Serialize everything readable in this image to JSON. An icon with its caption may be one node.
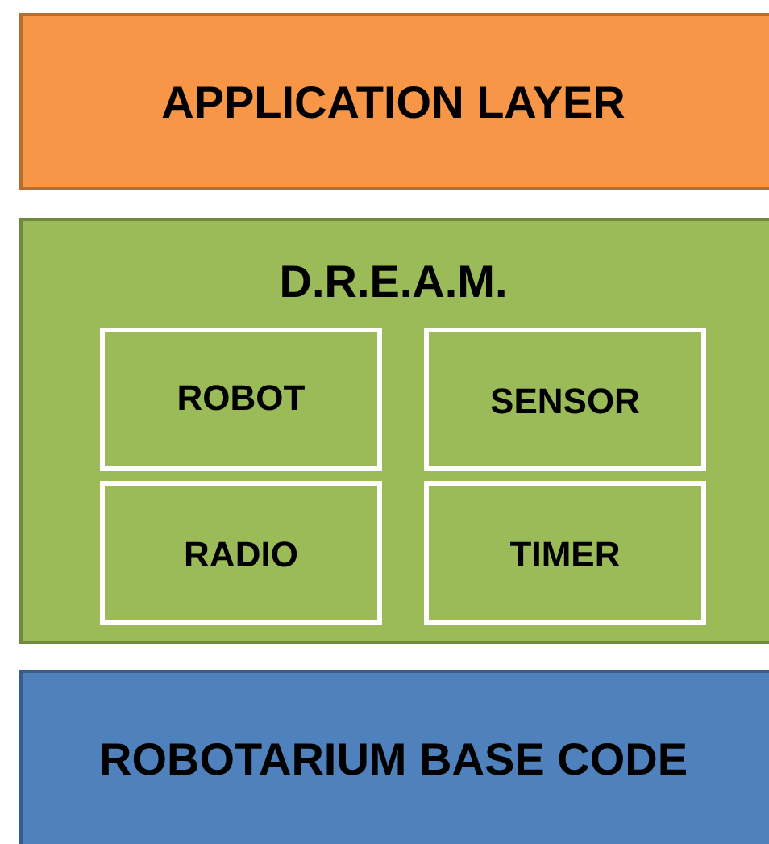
{
  "diagram": {
    "nodes": [
      {
        "text": [
          "APPLICATION LAYER"
        ]
      },
      {
        "text": [
          "D.R.E.A.M."
        ]
      },
      {
        "text": [
          "ROBOT"
        ],
        "in": 1
      },
      {
        "text": [
          "SENSOR"
        ],
        "in": 1
      },
      {
        "text": [
          "RADIO"
        ],
        "in": 1
      },
      {
        "text": [
          "TIMER"
        ],
        "in": 1
      },
      {
        "text": [
          "ROBOTARIUM BASE CODE"
        ]
      }
    ],
    "edges": []
  }
}
